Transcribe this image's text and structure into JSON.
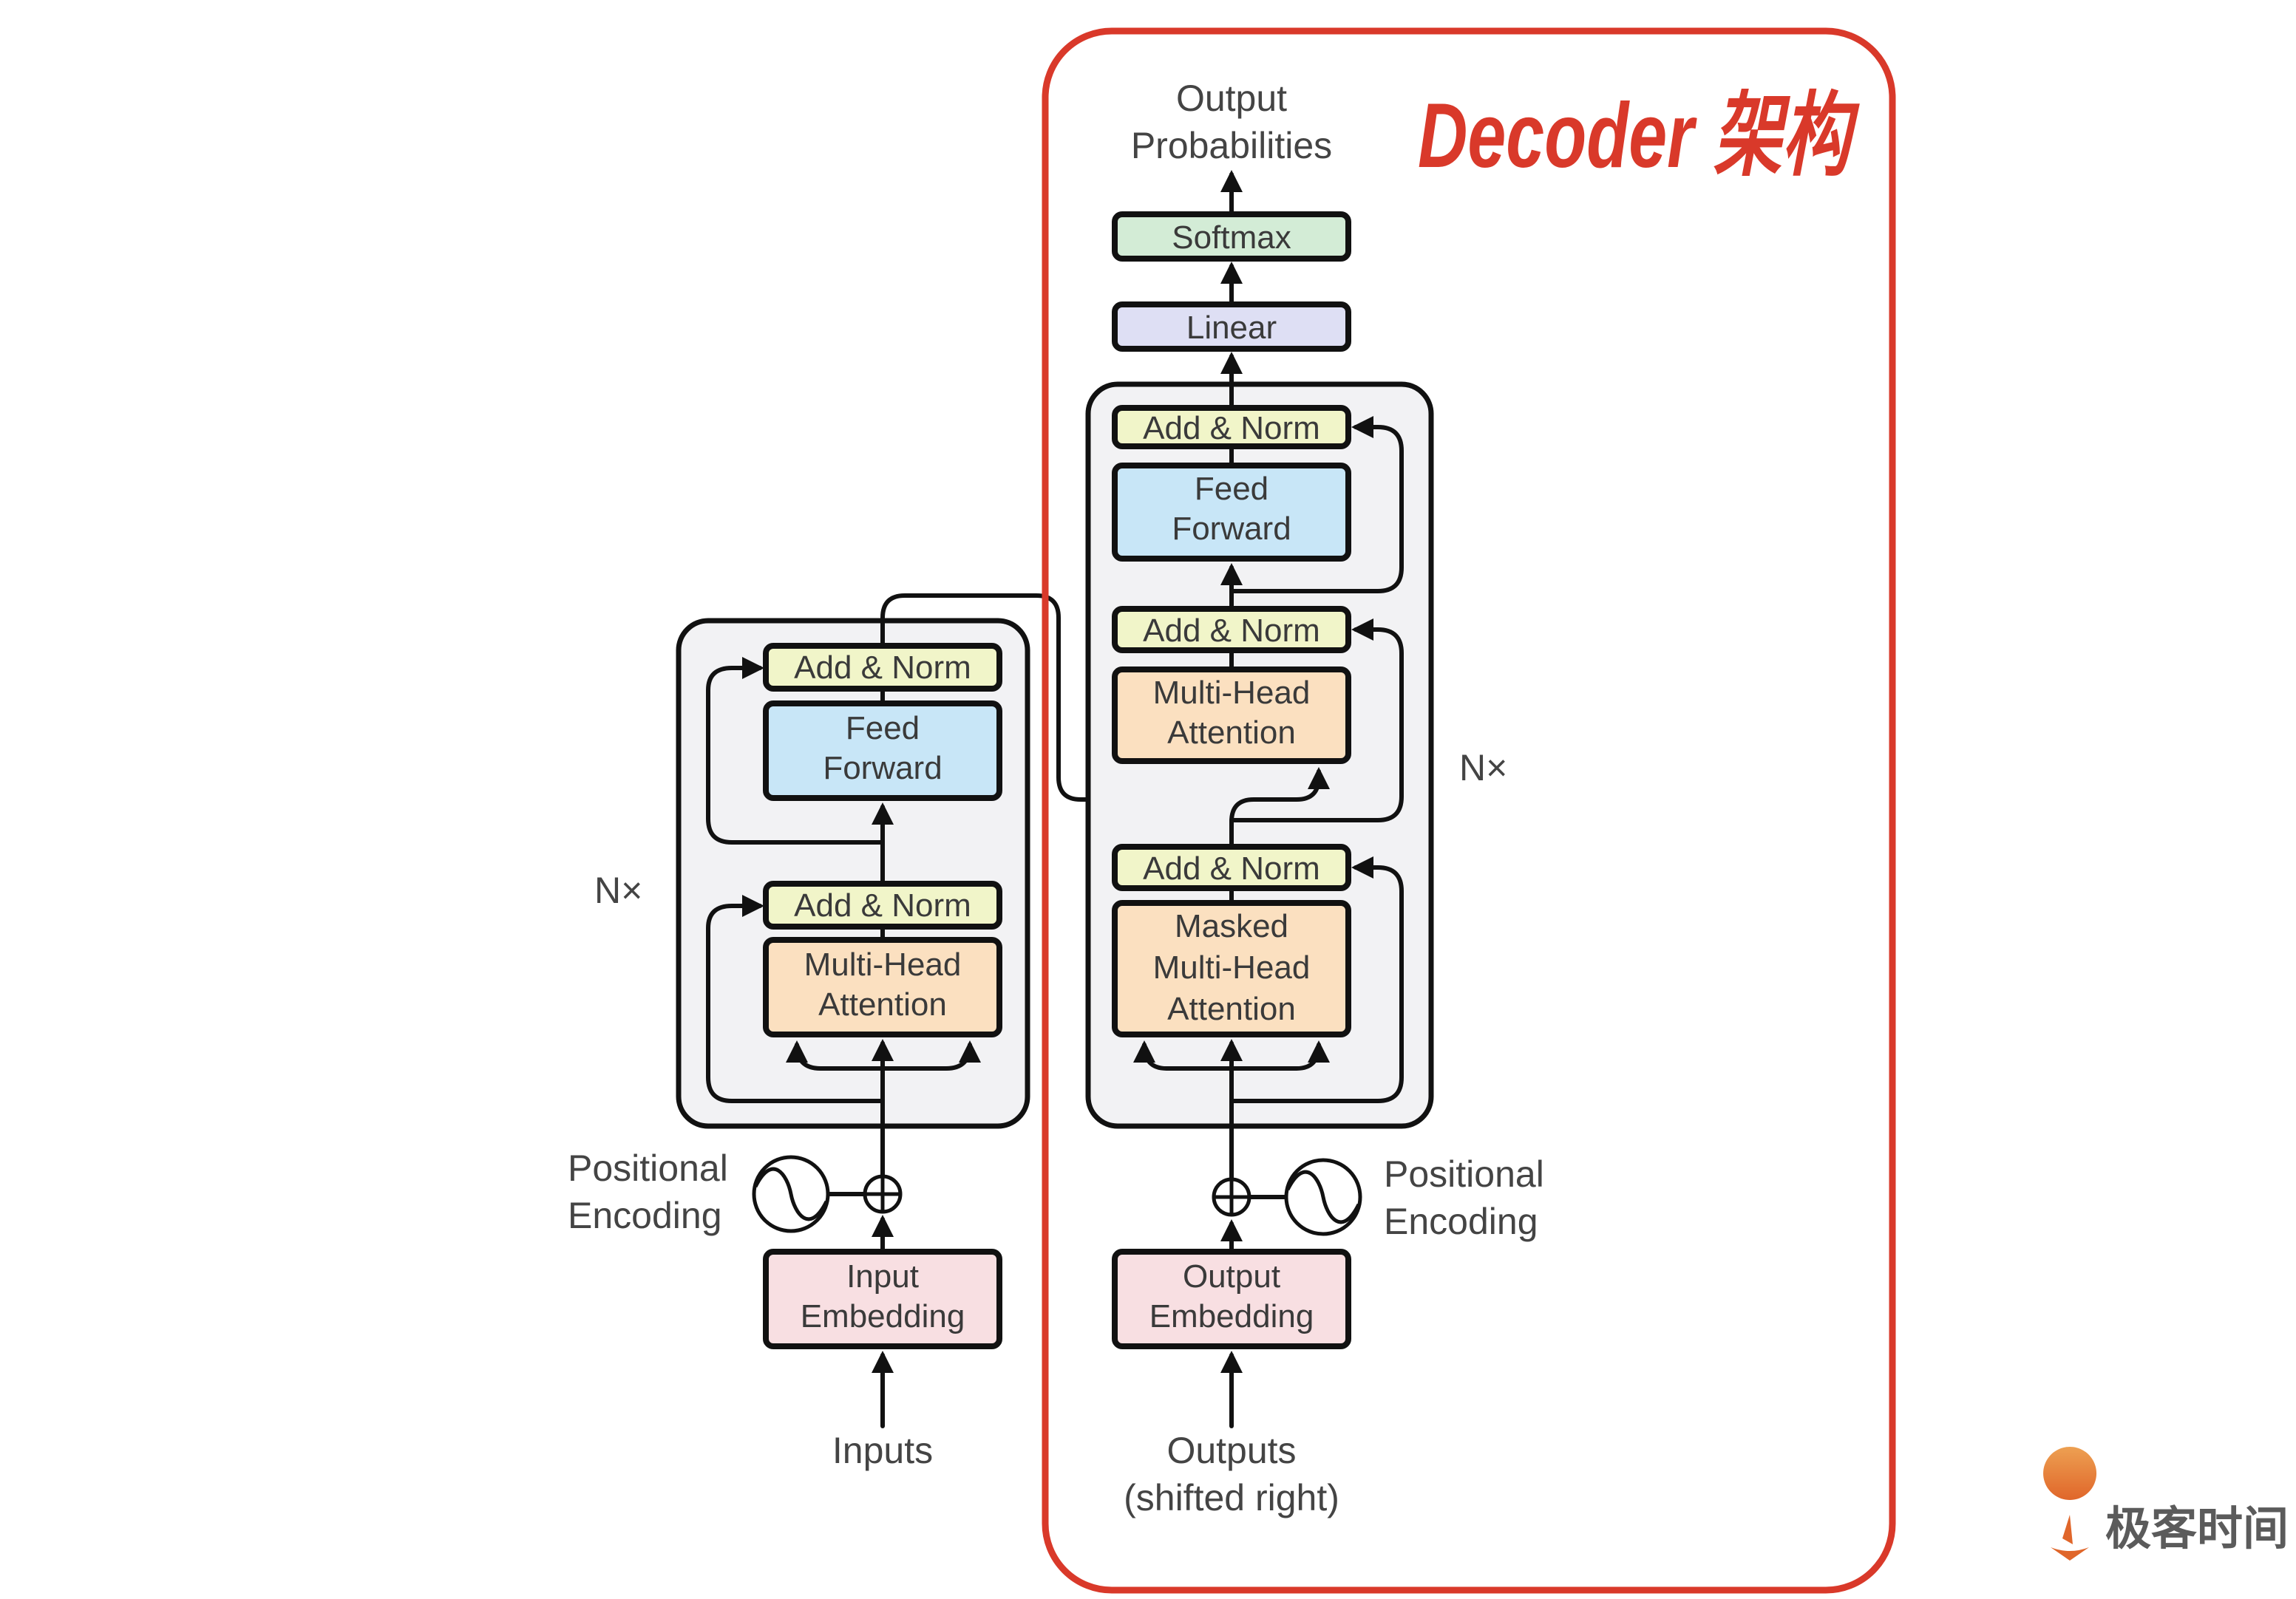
{
  "title": "Decoder 架构",
  "colors": {
    "highlight_frame": "#d9392a",
    "add_norm": "#f1f5c9",
    "feed_forward": "#c8e6f7",
    "attention": "#fbe0c0",
    "embedding": "#f8dfe2",
    "linear": "#dedff4",
    "softmax": "#d3ecd6",
    "block_bg": "#f2f2f4"
  },
  "encoder": {
    "repeat_label": "N×",
    "add_norm_top": "Add & Norm",
    "feed_forward": [
      "Feed",
      "Forward"
    ],
    "add_norm_bottom": "Add & Norm",
    "attention": [
      "Multi-Head",
      "Attention"
    ],
    "positional_encoding": [
      "Positional",
      "Encoding"
    ],
    "embedding": [
      "Input",
      "Embedding"
    ],
    "input_label": "Inputs"
  },
  "decoder": {
    "output_label": [
      "Output",
      "Probabilities"
    ],
    "softmax": "Softmax",
    "linear": "Linear",
    "repeat_label": "N×",
    "add_norm_top": "Add & Norm",
    "feed_forward": [
      "Feed",
      "Forward"
    ],
    "add_norm_mid": "Add & Norm",
    "attention": [
      "Multi-Head",
      "Attention"
    ],
    "add_norm_bottom": "Add & Norm",
    "masked_attention": [
      "Masked",
      "Multi-Head",
      "Attention"
    ],
    "positional_encoding": [
      "Positional",
      "Encoding"
    ],
    "embedding": [
      "Output",
      "Embedding"
    ],
    "input_label": [
      "Outputs",
      "(shifted right)"
    ]
  },
  "logo": {
    "icon": "geektime-logo-icon",
    "text": "极客时间"
  }
}
